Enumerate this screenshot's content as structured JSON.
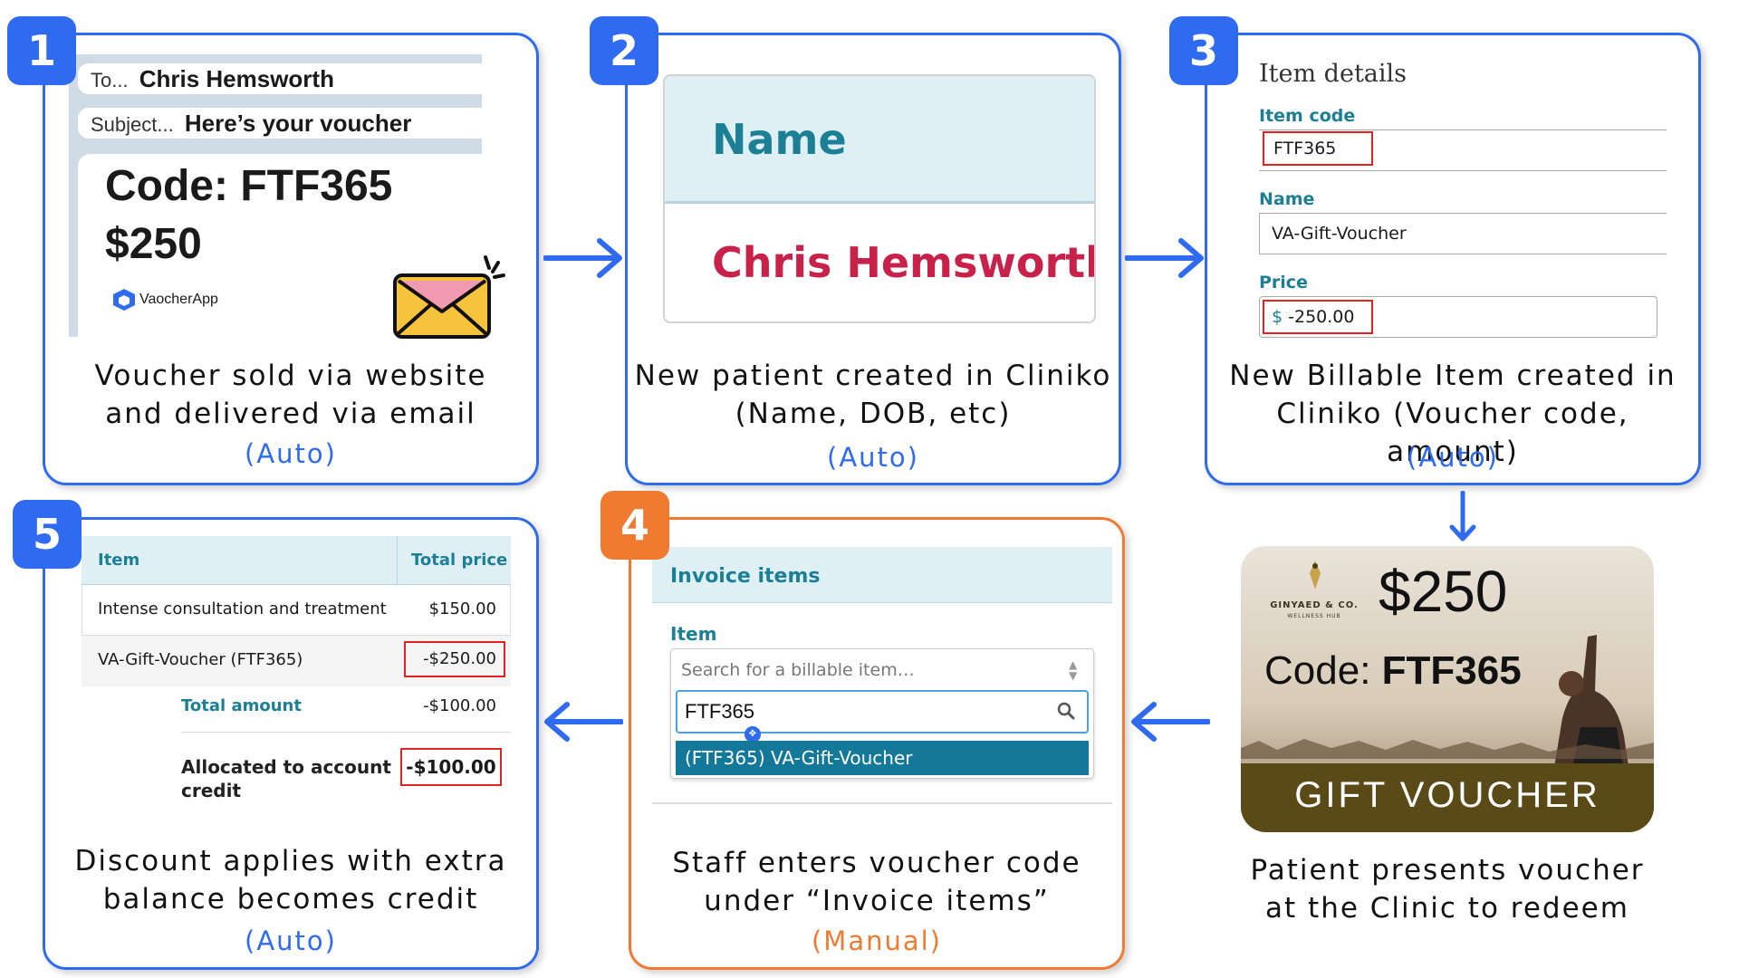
{
  "steps": [
    {
      "number": "1",
      "desc_line1": "Voucher sold via website",
      "desc_line2": "and delivered via email",
      "mode": "(Auto)"
    },
    {
      "number": "2",
      "desc_line1": "New patient created in Cliniko",
      "desc_line2": "(Name, DOB, etc)",
      "mode": "(Auto)"
    },
    {
      "number": "3",
      "desc_line1": "New Billable Item created in",
      "desc_line2": "Cliniko (Voucher code, amount)",
      "mode": "(Auto)"
    },
    {
      "number": "4",
      "desc_line1": "Staff enters voucher code",
      "desc_line2": "under “Invoice items”",
      "mode": "(Manual)"
    },
    {
      "number": "5",
      "desc_line1": "Discount applies with extra",
      "desc_line2": "balance becomes credit",
      "mode": "(Auto)"
    },
    {
      "desc_line1": "Patient presents voucher",
      "desc_line2": "at the Clinic to redeem"
    }
  ],
  "email": {
    "to_label": "To...",
    "to_value": "Chris Hemsworth",
    "subject_label": "Subject...",
    "subject_value": "Here’s your voucher",
    "code_line": "Code: FTF365",
    "amount": "$250",
    "brand": "VaocherApp"
  },
  "patient": {
    "label": "Name",
    "value": "Chris Hemsworth"
  },
  "item_details": {
    "title": "Item details",
    "code_label": "Item code",
    "code_value": "FTF365",
    "name_label": "Name",
    "name_value": "VA-Gift-Voucher",
    "price_label": "Price",
    "price_currency": "$",
    "price_value": "-250.00"
  },
  "voucher_card": {
    "brand_line1": "GINYAED & CO.",
    "brand_line2": "WELLNESS HUB",
    "amount": "$250",
    "code_label": "Code: ",
    "code_value": "FTF365",
    "banner": "GIFT VOUCHER"
  },
  "invoice": {
    "header": "Invoice items",
    "item_label": "Item",
    "search_placeholder": "Search for a billable item…",
    "typed_value": "FTF365",
    "dropdown_option": "(FTF365) VA-Gift-Voucher"
  },
  "totals": {
    "col_item": "Item",
    "col_total": "Total price",
    "rows": [
      {
        "item": "Intense consultation and treatment",
        "price": "$150.00"
      },
      {
        "item": "VA-Gift-Voucher (FTF365)",
        "price": "-$250.00"
      }
    ],
    "total_label": "Total amount",
    "total_value": "-$100.00",
    "credit_label_line1": "Allocated to account",
    "credit_label_line2": "credit",
    "credit_value": "-$100.00"
  },
  "colors": {
    "blue": "#2f6bf0",
    "orange": "#f07a30",
    "teal": "#1c7f96",
    "crimson": "#c8224a",
    "voucher_banner": "#5a4a18"
  }
}
